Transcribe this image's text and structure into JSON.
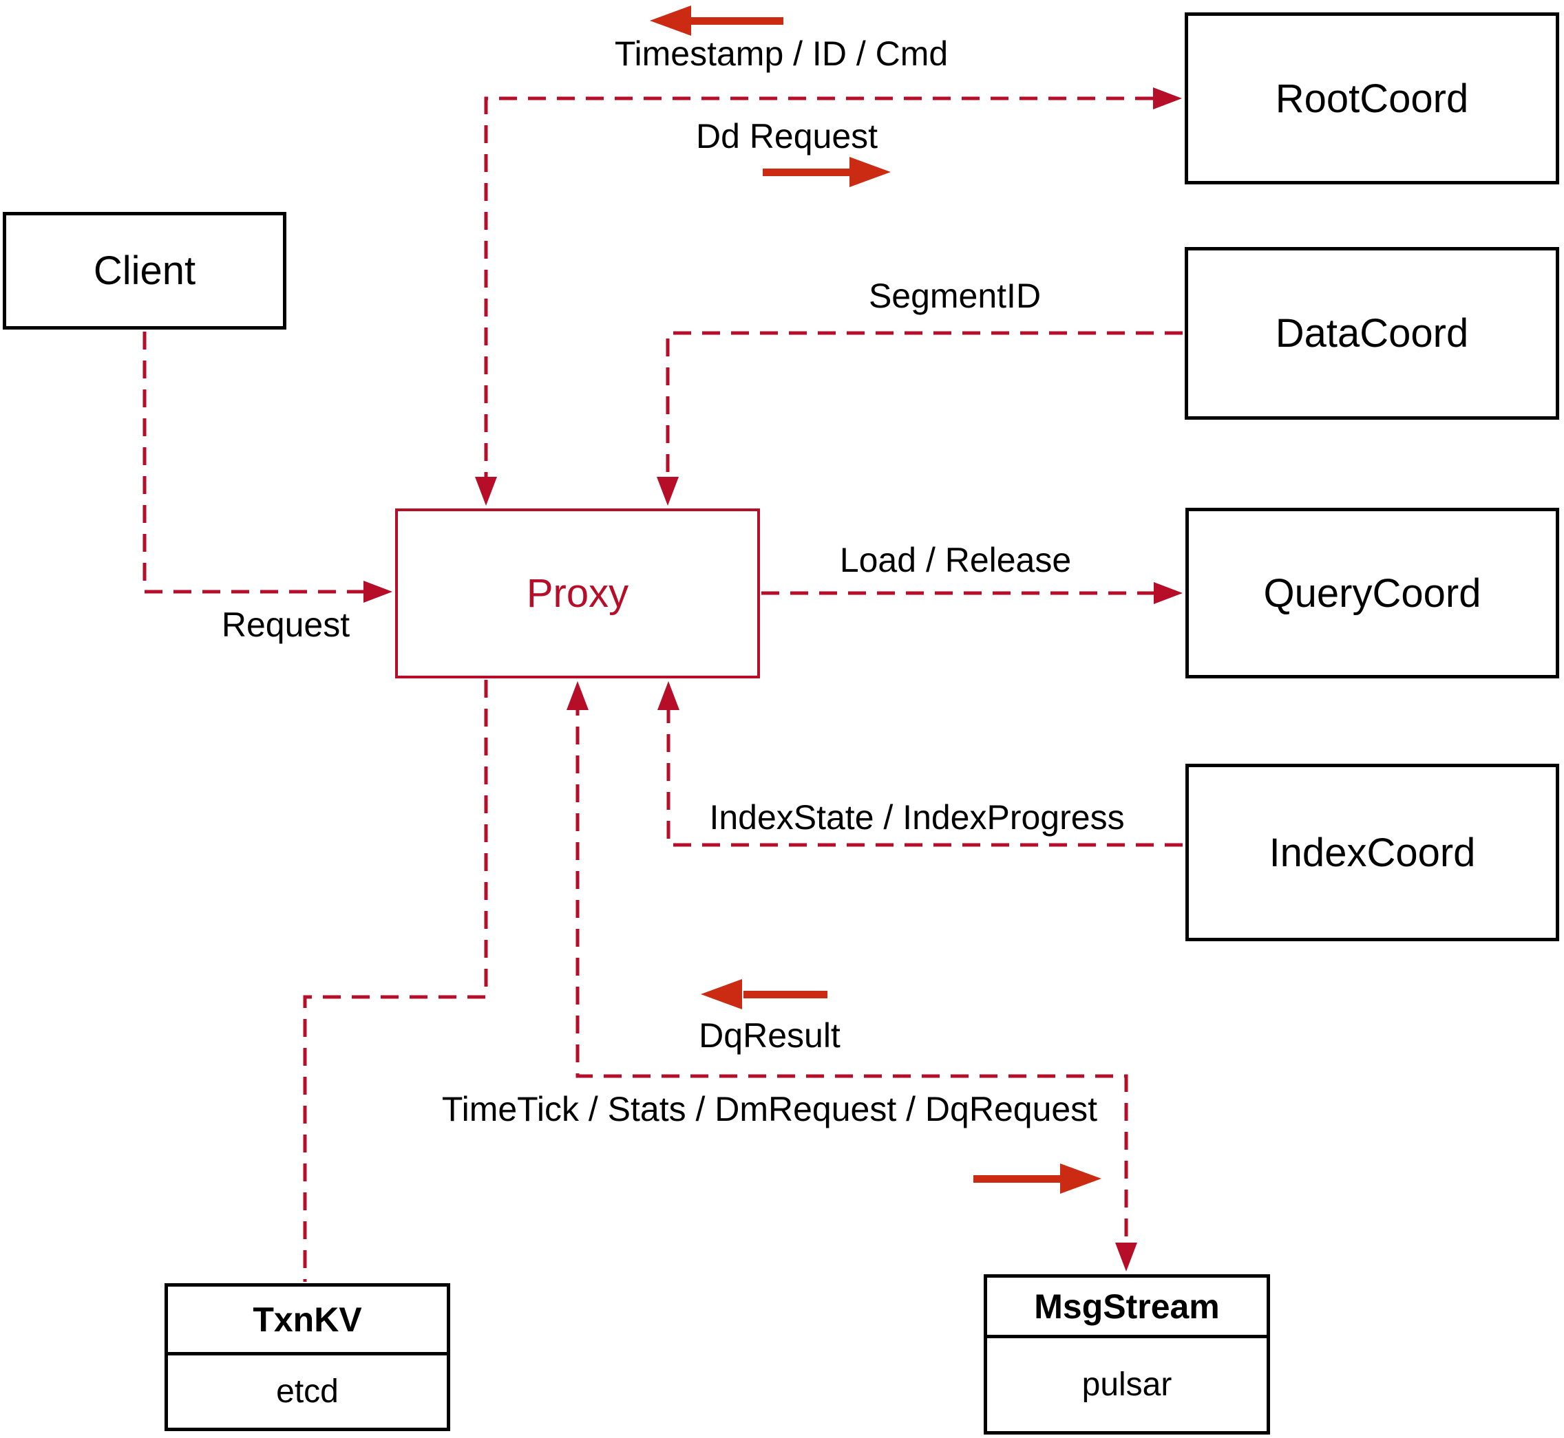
{
  "colors": {
    "line_red": "#b60d28",
    "arrow_red": "#cc2b13",
    "ink": "#000000",
    "background": "#ffffff"
  },
  "nodes": {
    "client": {
      "label": "Client"
    },
    "proxy": {
      "label": "Proxy"
    },
    "root_coord": {
      "label": "RootCoord"
    },
    "data_coord": {
      "label": "DataCoord"
    },
    "query_coord": {
      "label": "QueryCoord"
    },
    "index_coord": {
      "label": "IndexCoord"
    },
    "txn_kv": {
      "title": "TxnKV",
      "body": "etcd"
    },
    "msg_stream": {
      "title": "MsgStream",
      "body": "pulsar"
    }
  },
  "edge_labels": {
    "timestamp_id_cmd": "Timestamp / ID / Cmd",
    "dd_request": "Dd Request",
    "segment_id": "SegmentID",
    "load_release": "Load / Release",
    "index_state": "IndexState / IndexProgress",
    "request": "Request",
    "dq_result": "DqResult",
    "timetick": "TimeTick / Stats / DmRequest / DqRequest"
  }
}
